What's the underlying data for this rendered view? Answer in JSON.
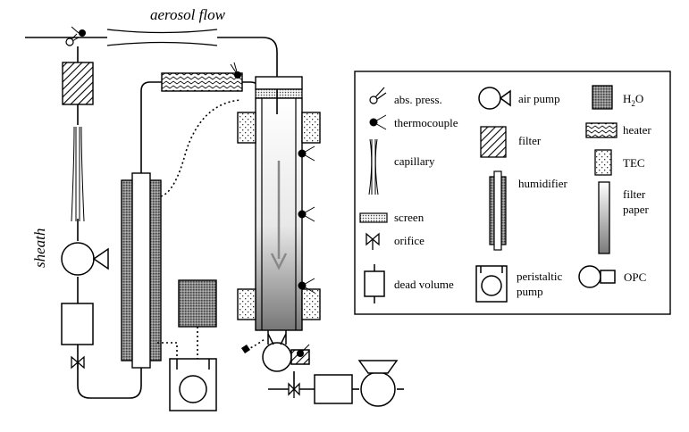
{
  "labels": {
    "aerosol_flow": "aerosol flow",
    "sheath": "sheath"
  },
  "legend": {
    "abs_press": "abs. press.",
    "thermocouple": "thermocouple",
    "capillary": "capillary",
    "screen": "screen",
    "orifice": "orifice",
    "dead_volume": "dead volume",
    "air_pump": "air pump",
    "filter": "filter",
    "humidifier": "humidifier",
    "peristaltic_1": "peristaltic",
    "peristaltic_2": "pump",
    "h2o_main": "H",
    "h2o_sub": "2",
    "h2o_end": "O",
    "heater": "heater",
    "tec": "TEC",
    "filter_paper_1": "filter",
    "filter_paper_2": "paper",
    "opc": "OPC"
  },
  "icons": [
    "abs-press-icon",
    "thermocouple-icon",
    "capillary-icon",
    "screen-icon",
    "orifice-icon",
    "dead-volume-icon",
    "air-pump-icon",
    "filter-icon",
    "humidifier-icon",
    "peristaltic-pump-icon",
    "h2o-icon",
    "heater-icon",
    "tec-icon",
    "filter-paper-icon",
    "opc-icon"
  ]
}
